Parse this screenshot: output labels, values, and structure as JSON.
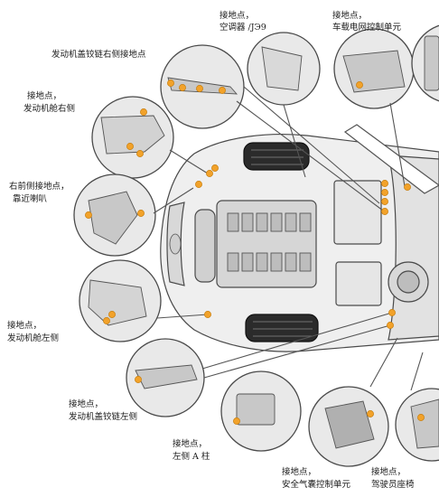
{
  "labels": {
    "engine_cover_right": "发动机盖铰链右侧接地点",
    "ground_engine_right_1": "接地点，",
    "ground_engine_right_2": "发动机舱右侧",
    "right_front_ground_1": "右前侧接地点，",
    "right_front_ground_2": "靠近喇叭",
    "ground_engine_left_1": "接地点，",
    "ground_engine_left_2": "发动机舱左侧",
    "ground_ac_1": "接地点，",
    "ground_ac_2": "空调器 /ЈЭ9",
    "ground_network_1": "接地点，",
    "ground_network_2": "车载电网控制单元",
    "ground_engine_cover_left_1": "接地点，",
    "ground_engine_cover_left_2": "发动机盖铰链左侧",
    "ground_a_pillar_1": "接地点，",
    "ground_a_pillar_2": "左侧 A 柱",
    "ground_airbag_1": "接地点，",
    "ground_airbag_2": "安全气囊控制单元",
    "ground_seat_1": "接地点，",
    "ground_seat_2": "驾驶员座椅"
  },
  "colors": {
    "ground_point": "#f2a22a",
    "outline": "#4a4a4a",
    "car_body": "#eeeeee",
    "detail_bg": "#e9e9e9"
  }
}
